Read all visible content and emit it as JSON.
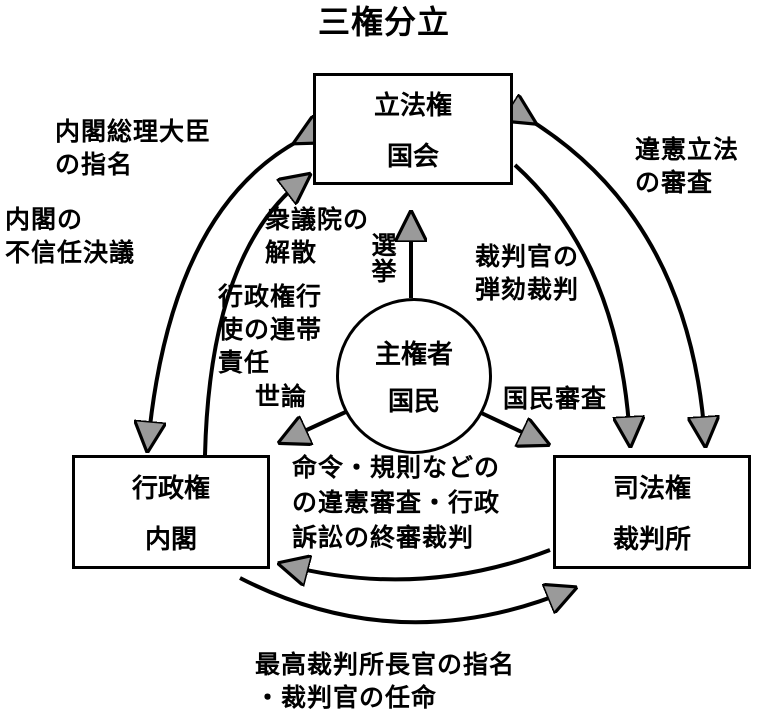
{
  "title": "三権分立",
  "legislature": {
    "name": "立法権",
    "body": "国会"
  },
  "executive": {
    "name": "行政権",
    "body": "内閣"
  },
  "judiciary": {
    "name": "司法権",
    "body": "裁判所"
  },
  "sovereign": {
    "name": "主権者",
    "body": "国民"
  },
  "labels": {
    "pm_nomination": [
      "内閣総理大臣",
      "の指名"
    ],
    "no_confidence": [
      "内閣の",
      "不信任決議"
    ],
    "judicial_review": [
      "違憲立法",
      "の審査"
    ],
    "dissolution": [
      "衆議院の",
      "解散"
    ],
    "election": "選挙",
    "impeachment": [
      "裁判官の",
      "弾劾裁判"
    ],
    "joint_responsibility": [
      "行政権行",
      "使の連帯",
      "責任"
    ],
    "public_opinion": "世論",
    "national_review": "国民審査",
    "admin_review": [
      "命令・規則などの",
      "の違憲審査・行政",
      "訴訟の終審裁判"
    ],
    "appointment": [
      "最高裁判所長官の指名",
      "・裁判官の任命"
    ]
  },
  "colors": {
    "arrow": "#8a8a8a",
    "line": "#000000"
  }
}
